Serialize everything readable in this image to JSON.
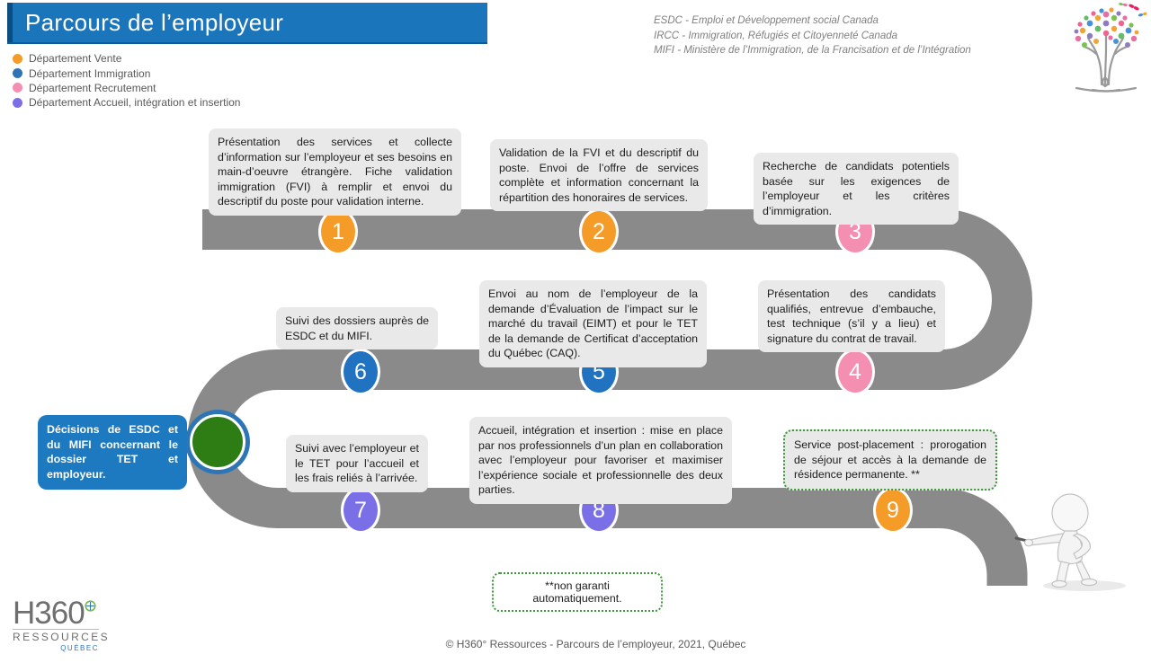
{
  "header": {
    "title": "Parcours de l’employeur",
    "banner_color": "#1a75bb",
    "acronyms": [
      "ESDC - Emploi et Développement social Canada",
      "IRCC - Immigration, Réfugiés et Citoyenneté Canada",
      "MIFI - Ministère de l’Immigration, de la Francisation et de l’Intégration"
    ]
  },
  "legend": {
    "items": [
      {
        "label": "Département Vente",
        "color": "#f59b28"
      },
      {
        "label": "Département Immigration",
        "color": "#2e74b5"
      },
      {
        "label": "Département Recrutement",
        "color": "#f48fb1"
      },
      {
        "label": "Département Accueil, intégration et insertion",
        "color": "#7b6fe8"
      }
    ]
  },
  "road_color": "#8a8a8a",
  "steps": [
    {
      "number": "1",
      "color": "#f59b28",
      "text": "Présentation des services et collecte d’information sur l’employeur et ses besoins en main-d’oeuvre étrangère. Fiche validation immigration (FVI) à remplir et envoi du descriptif du poste pour validation interne."
    },
    {
      "number": "2",
      "color": "#f59b28",
      "text": "Validation de la FVI et du descriptif du poste. Envoi de l’offre de services complète et information concernant la répartition des honoraires de services."
    },
    {
      "number": "3",
      "color": "#f48fb1",
      "text": "Recherche de candidats potentiels basée sur les exigences de l’employeur et les critères d’immigration."
    },
    {
      "number": "4",
      "color": "#f48fb1",
      "text": "Présentation des candidats qualifiés, entrevue d’embauche, test technique (s’il y a lieu) et signature du contrat de travail."
    },
    {
      "number": "5",
      "color": "#2173c2",
      "text": "Envoi au nom de l’employeur de la demande d’Évaluation de l’impact sur le marché du travail (EIMT) et pour le TET de la demande de Certificat d’acceptation du Québec (CAQ)."
    },
    {
      "number": "6",
      "color": "#2173c2",
      "text": "Suivi des dossiers auprès de ESDC et du MIFI."
    },
    {
      "number": "7",
      "color": "#7b6fe8",
      "text": "Suivi avec l’employeur et le TET pour l’accueil et les frais reliés à l’arrivée."
    },
    {
      "number": "8",
      "color": "#7b6fe8",
      "text": "Accueil, intégration et insertion : mise en place par nos professionnels d’un plan en collaboration avec l’employeur pour favoriser et maximiser l’expérience sociale et professionnelle des deux parties."
    },
    {
      "number": "9",
      "color": "#f59b28",
      "text": "Service post-placement : prorogation de séjour et accès à la demande de résidence permanente. **"
    }
  ],
  "decision_box": {
    "text": "Décisions de ESDC et du MIFI concernant le dossier TET et employeur.",
    "color": "#1e7ac0"
  },
  "note_box": {
    "text": "**non garanti automatiquement."
  },
  "logo": {
    "brand": "H360",
    "word": "RESSOURCES",
    "region": "QUÉBEC"
  },
  "footer": {
    "text": "© H360° Ressources - Parcours de l’employeur, 2021, Québec"
  }
}
